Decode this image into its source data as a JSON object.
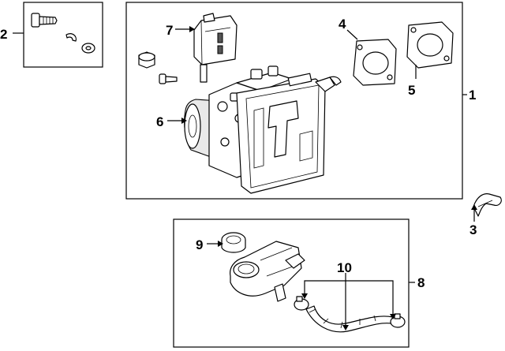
{
  "callouts": {
    "c1": "1",
    "c2": "2",
    "c3": "3",
    "c4": "4",
    "c5": "5",
    "c6": "6",
    "c7": "7",
    "c8": "8",
    "c9": "9",
    "c10": "10"
  },
  "colors": {
    "line": "#000000",
    "background": "#ffffff",
    "part_shade": "#e9e9e9"
  }
}
